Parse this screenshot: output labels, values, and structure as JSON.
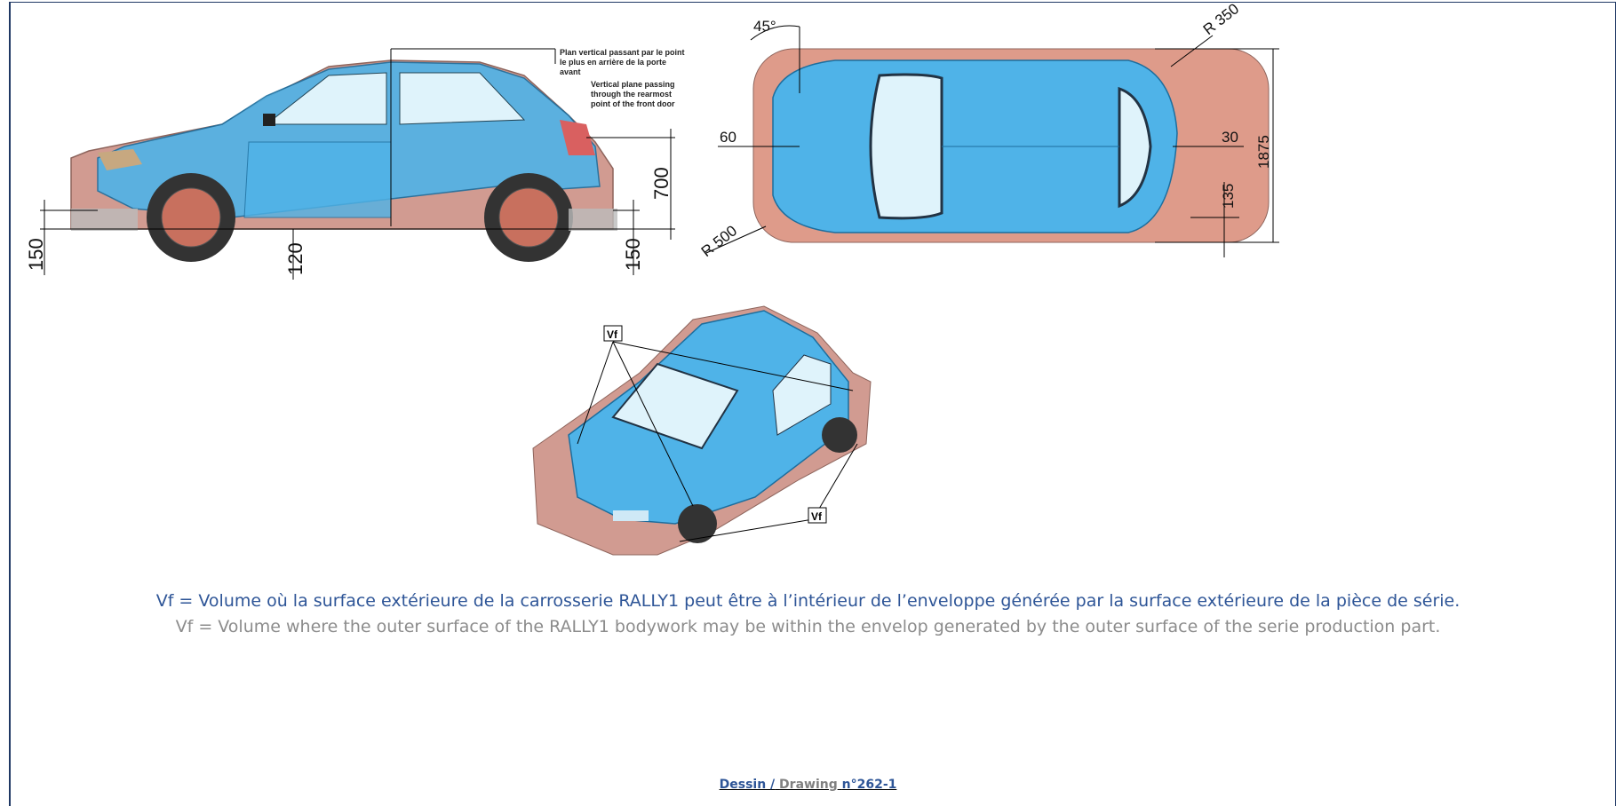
{
  "side_view": {
    "dim_front": "150",
    "dim_mid": "120",
    "dim_rear": "150",
    "dim_height": "700",
    "note_fr": [
      "Plan vertical passant par le point",
      "le plus en arrière de la porte",
      "avant"
    ],
    "note_en": [
      "Vertical plane passing",
      "through the rearmost",
      "point of the front door"
    ]
  },
  "top_view": {
    "angle": "45°",
    "radius_rear": "R 350",
    "radius_front": "R 500",
    "dim_front": "60",
    "dim_rear": "30",
    "dim_width": "1875",
    "dim_side": "135"
  },
  "iso_view": {
    "label_1": "Vf",
    "label_2": "Vf"
  },
  "caption": {
    "fr": "Vf = Volume où la surface extérieure de la carrosserie RALLY1 peut être à l’intérieur de l’enveloppe générée par la surface extérieure de la pièce de série.",
    "en": "Vf = Volume where the outer surface of the RALLY1 bodywork may be within the envelop generated by the outer surface of the serie production part."
  },
  "footer": {
    "dessin": "Dessin /",
    "drawing": "Drawing",
    "number": "n°262-1"
  },
  "colors": {
    "body": "#4fb3e8",
    "envelope": "#d9826e",
    "caption_blue": "#2e5597",
    "caption_gray": "#8c8c8c"
  }
}
